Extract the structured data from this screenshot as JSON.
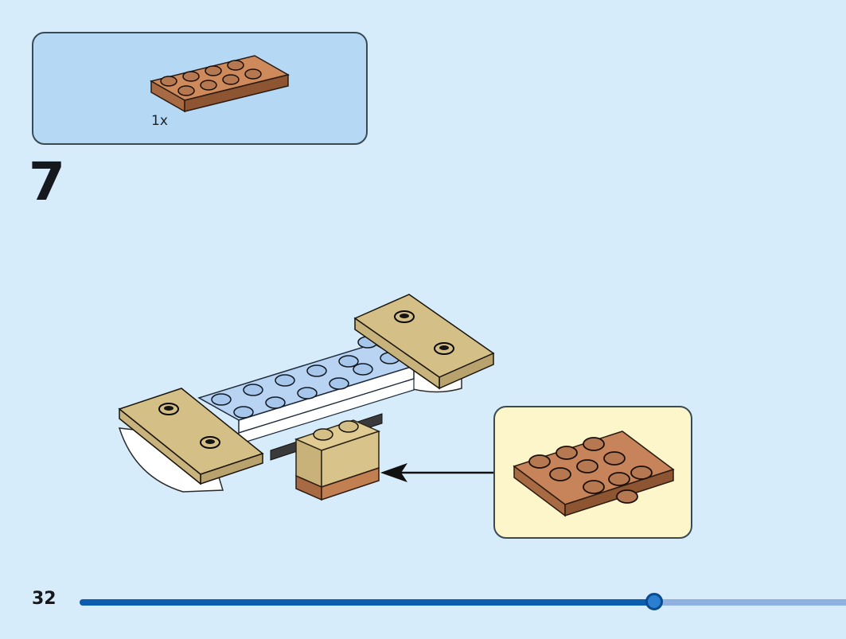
{
  "parts_list": {
    "items": [
      {
        "quantity_label": "1x",
        "part_icon": "brick-plate-2x4-icon",
        "color": "#b57850"
      }
    ]
  },
  "step": {
    "number": "7"
  },
  "footer": {
    "page_number": "32",
    "progress": 0.75
  },
  "colors": {
    "background": "#d6ecfb",
    "parts_box": "#b5d8f4",
    "callout": "#fdf6cb",
    "tan": "#d4bf86",
    "light_blue": "#b9d4f3",
    "brown": "#b57850",
    "progress_fill": "#0d5dae",
    "progress_track": "#8fb1e0"
  }
}
